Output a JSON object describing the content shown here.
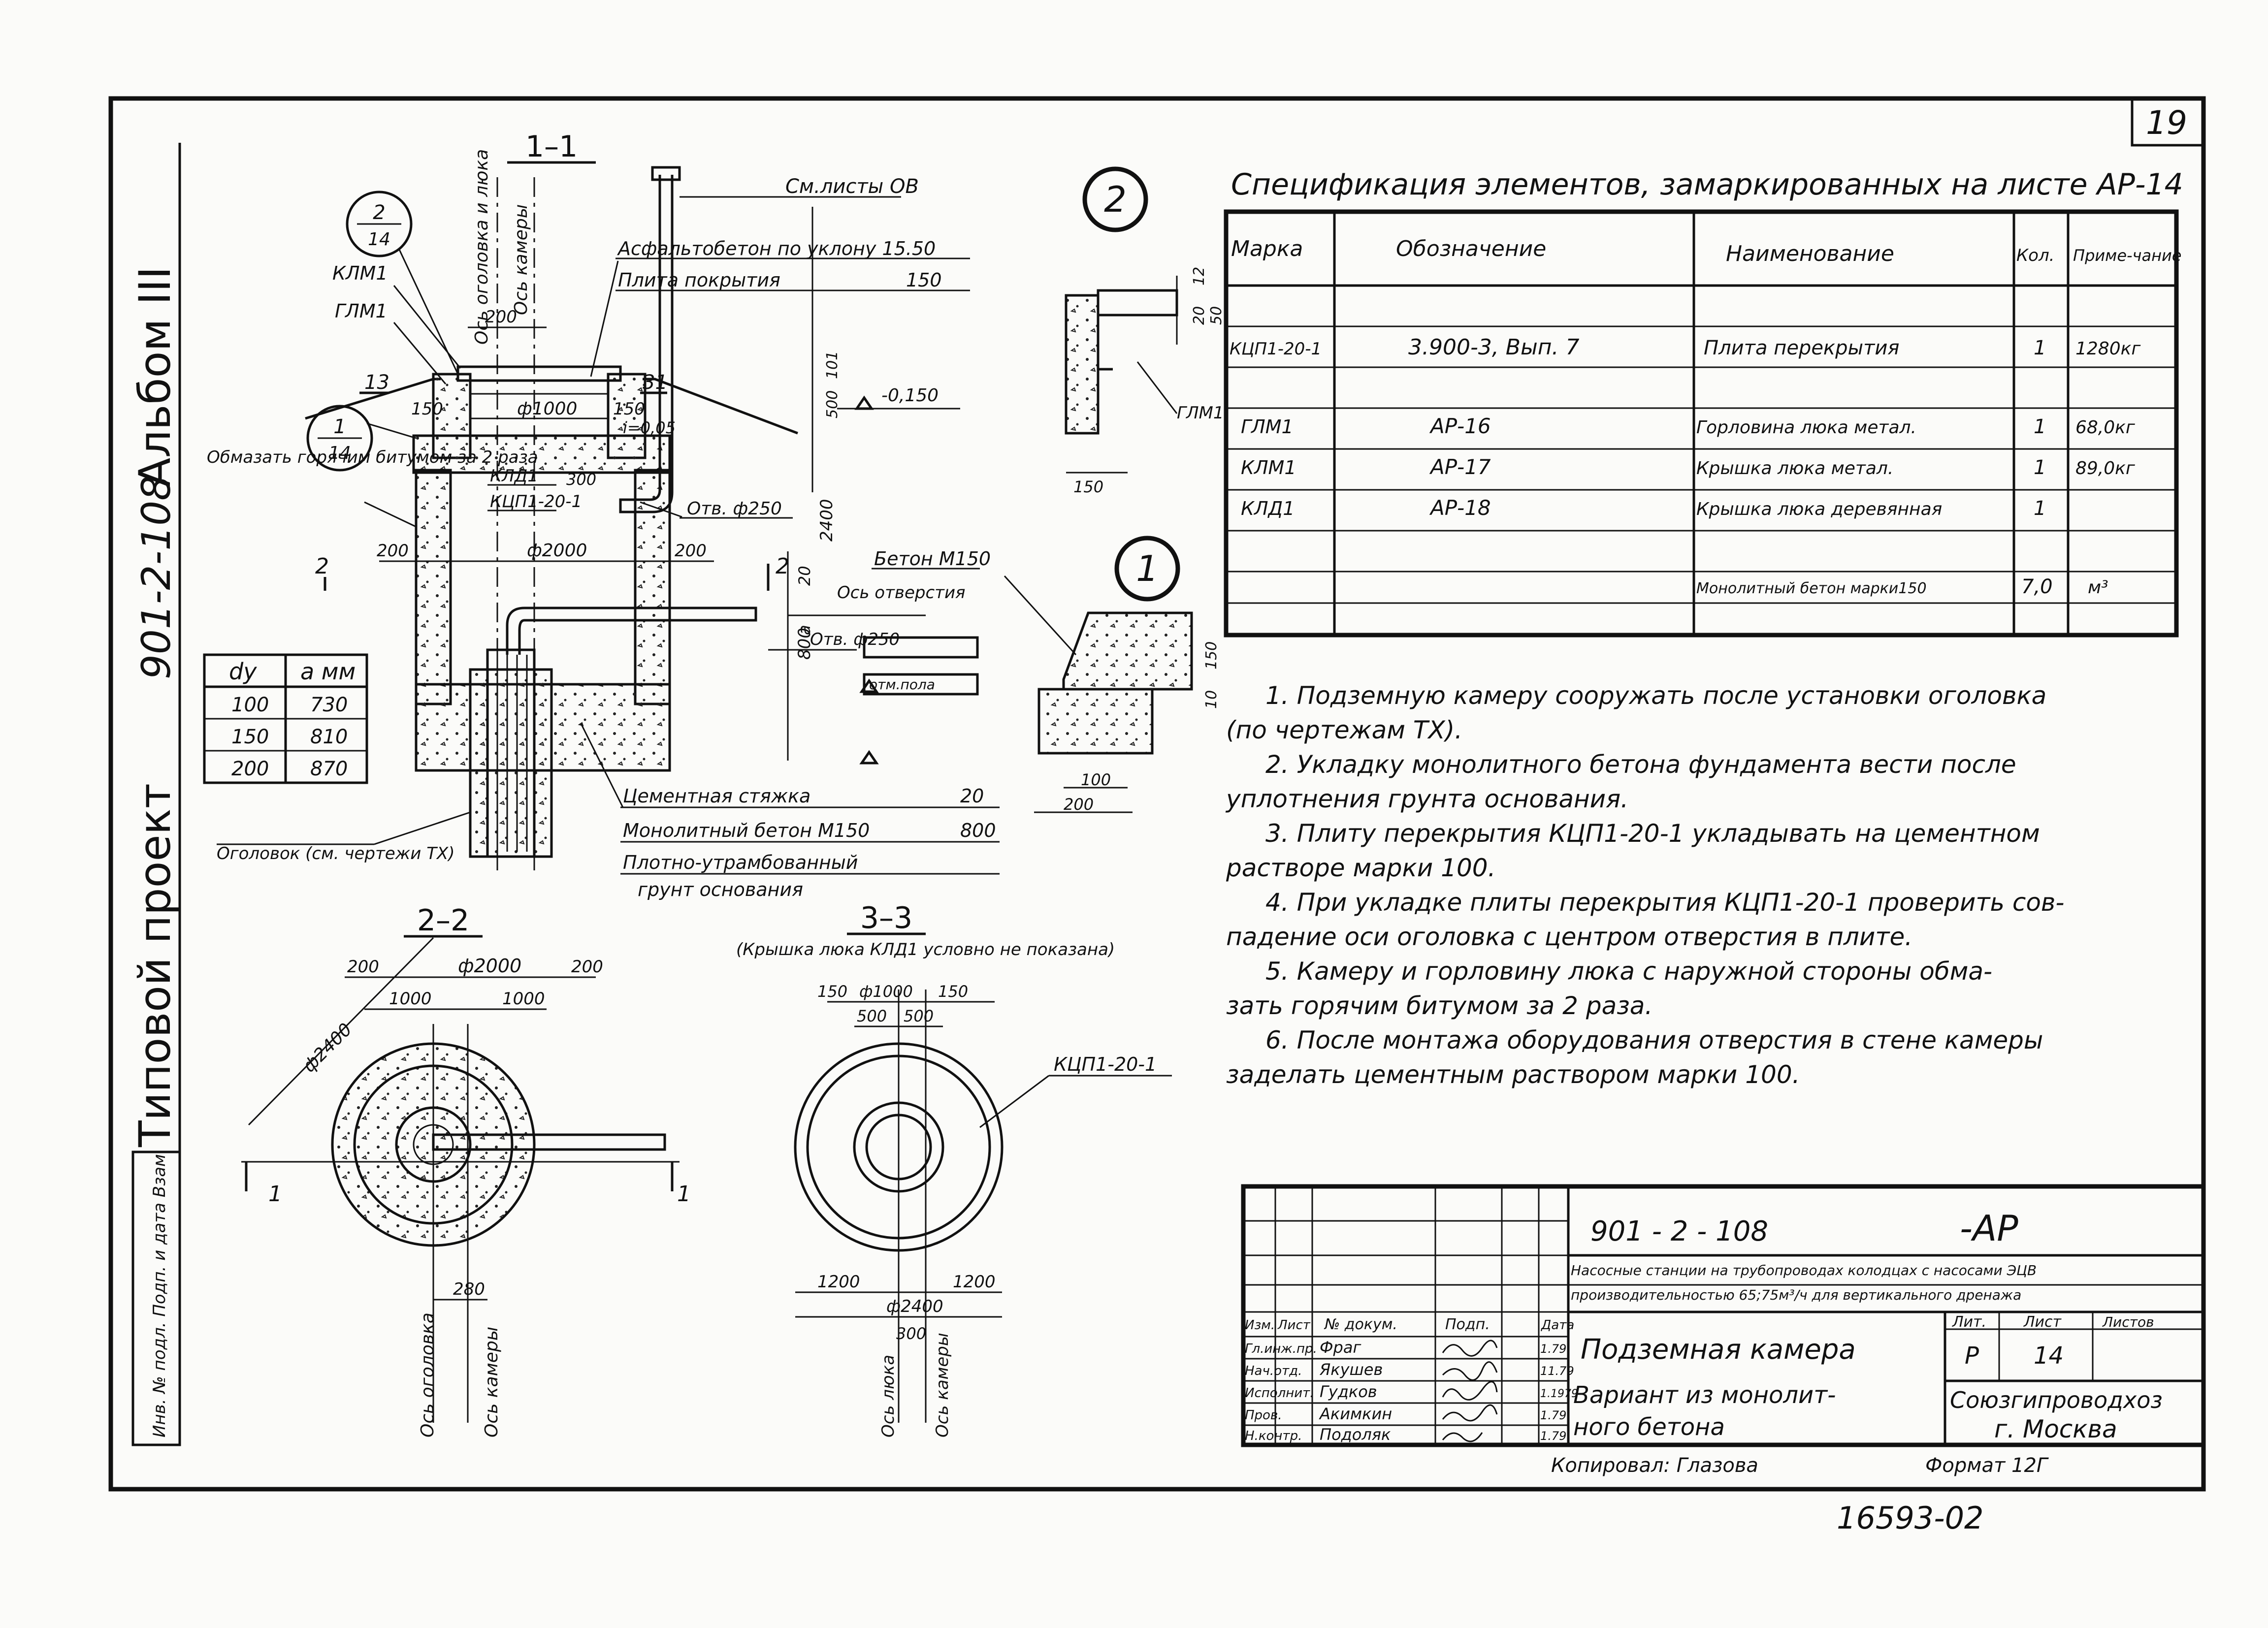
{
  "sheet_number": "19",
  "side_title": {
    "prefix": "Типовой проект",
    "project": "901-2-108",
    "album": "Альбом III"
  },
  "inv_strip": "Инв. № подл.  Подп. и дата  Взам.",
  "section_1_1": {
    "title": "1–1",
    "labels": {
      "see_sheets": "См.листы ОВ",
      "asphalt": "Асфальтобетон по уклону 15.50",
      "slab": "Плита покрытия",
      "slab_thk": "150",
      "axis_head": "Ось оголовка и люка",
      "axis_cam": "Ось камеры",
      "klm": "КЛМ1",
      "glm": "ГЛМ1",
      "w200": "200",
      "d1000": "ф1000",
      "d150a": "150",
      "d150b": "150",
      "d005": "i=0,05",
      "s13": "13",
      "s31": "31",
      "level": "-0,150",
      "kld": "КЛД1",
      "kcp": "КЦП1-20-1",
      "d300": "300",
      "otv": "Отв. ф250",
      "coat": "Обмазать горячим битумом за 2 раза",
      "d2000": "ф2000",
      "w200l": "200",
      "w200r": "200",
      "s2l": "2",
      "s2r": "2",
      "beton": "Бетон М150",
      "axis_hole": "Ось отверстия",
      "otv2": "Отв. ф250",
      "floor": "отм.пола",
      "h800": "800",
      "h20": "20",
      "h2400": "2400",
      "hA": "a",
      "h101": "101",
      "h500": "500",
      "head_note": "Оголовок (см. чертежи ТХ)",
      "screed": "Цементная стяжка",
      "screed_v": "20",
      "mono": "Монолитный бетон М150",
      "mono_v": "800",
      "soil1": "Плотно-утрамбованный",
      "soil2": "грунт основания"
    }
  },
  "dia_table": {
    "headers": [
      "dу",
      "a мм"
    ],
    "rows": [
      [
        "100",
        "730"
      ],
      [
        "150",
        "810"
      ],
      [
        "200",
        "870"
      ]
    ]
  },
  "detail_2": {
    "num": "2",
    "d12": "12",
    "d20": "20",
    "d50": "50",
    "d150": "150",
    "glm": "ГЛМ1"
  },
  "detail_1": {
    "num": "1",
    "d100": "100",
    "d200": "200",
    "d150": "150",
    "d10": "10"
  },
  "spec": {
    "title": "Спецификация элементов, замаркированных на листе АР-14",
    "headers": [
      "Марка",
      "Обозначение",
      "Наименование",
      "Кол.",
      "Приме-чание"
    ],
    "rows": [
      [
        "",
        "",
        "",
        "",
        ""
      ],
      [
        "КЦП1-20-1",
        "3.900-3, Вып. 7",
        "Плита перекрытия",
        "1",
        "1280кг"
      ],
      [
        "",
        "",
        "",
        "",
        ""
      ],
      [
        "ГЛМ1",
        "АР-16",
        "Горловина люка метал.",
        "1",
        "68,0кг"
      ],
      [
        "КЛМ1",
        "АР-17",
        "Крышка люка метал.",
        "1",
        "89,0кг"
      ],
      [
        "КЛД1",
        "АР-18",
        "Крышка люка деревянная",
        "1",
        ""
      ],
      [
        "",
        "",
        "",
        "",
        ""
      ],
      [
        "",
        "",
        "Монолитный бетон марки150",
        "7,0",
        "м³"
      ]
    ]
  },
  "notes": [
    "1. Подземную камеру сооружать после установки оголовка",
    "(по чертежам ТХ).",
    "2. Укладку монолитного бетона фундамента вести после",
    "уплотнения грунта основания.",
    "3. Плиту перекрытия КЦП1-20-1 укладывать на цементном",
    "растворе марки 100.",
    "4. При укладке плиты перекрытия КЦП1-20-1 проверить сов-",
    "падение оси оголовка с центром отверстия в плите.",
    "5. Камеру и горловину люка с наружной стороны обма-",
    "зать горячим битумом за 2 раза.",
    "6. После монтажа оборудования отверстия в стене камеры",
    "заделать цементным раствором марки 100."
  ],
  "plan_2_2": {
    "title": "2–2",
    "d200l": "200",
    "d2000": "ф2000",
    "d200r": "200",
    "d1000l": "1000",
    "d1000r": "1000",
    "d2400": "ф2400",
    "d280": "280",
    "s1l": "1",
    "s1r": "1",
    "axis_head": "Ось оголовка",
    "axis_cam": "Ось камеры"
  },
  "plan_3_3": {
    "title": "3–3",
    "note": "(Крышка люка КЛД1 условно не показана)",
    "d150l": "150",
    "d1000": "ф1000",
    "d150r": "150",
    "d500l": "500",
    "d500r": "500",
    "kcp": "КЦП1-20-1",
    "d1200l": "1200",
    "d1200r": "1200",
    "d2400": "ф2400",
    "d300": "300",
    "axis_hole": "Ось люка",
    "axis_cam": "Ось камеры"
  },
  "stamp": {
    "code": "901 - 2 - 108",
    "suffix": "-АР",
    "desc1": "Насосные станции на трубопроводах колодцах с насосами ЭЦВ",
    "desc2": "производительностью 65;75м³/ч для вертикального дренажа",
    "title1": "Подземная камера",
    "title2": "Вариант из монолит-",
    "title3": "ного бетона",
    "stage_h": "Лит.",
    "sheet_h": "Лист",
    "sheets_h": "Листов",
    "stage": "Р",
    "sheet": "14",
    "org1": "Союзгипроводхоз",
    "org2": "г. Москва",
    "left_headers": [
      "Изм.",
      "Лист",
      "№ докум.",
      "Подп.",
      "Дата"
    ],
    "people": [
      [
        "Гл.инж.пр.",
        "Фраг",
        "",
        "1.79"
      ],
      [
        "Нач.отд.",
        "Якушев",
        "",
        "11.79"
      ],
      [
        "Исполнит.",
        "Гудков",
        "",
        "1.1979"
      ],
      [
        "Пров.",
        "Акимкин",
        "",
        "1.79"
      ],
      [
        "Н.контр.",
        "Подоляк",
        "",
        "1.79"
      ]
    ]
  },
  "copied": "Копировал: Глазова",
  "format": "Формат 12Г",
  "archive": "16593-02"
}
